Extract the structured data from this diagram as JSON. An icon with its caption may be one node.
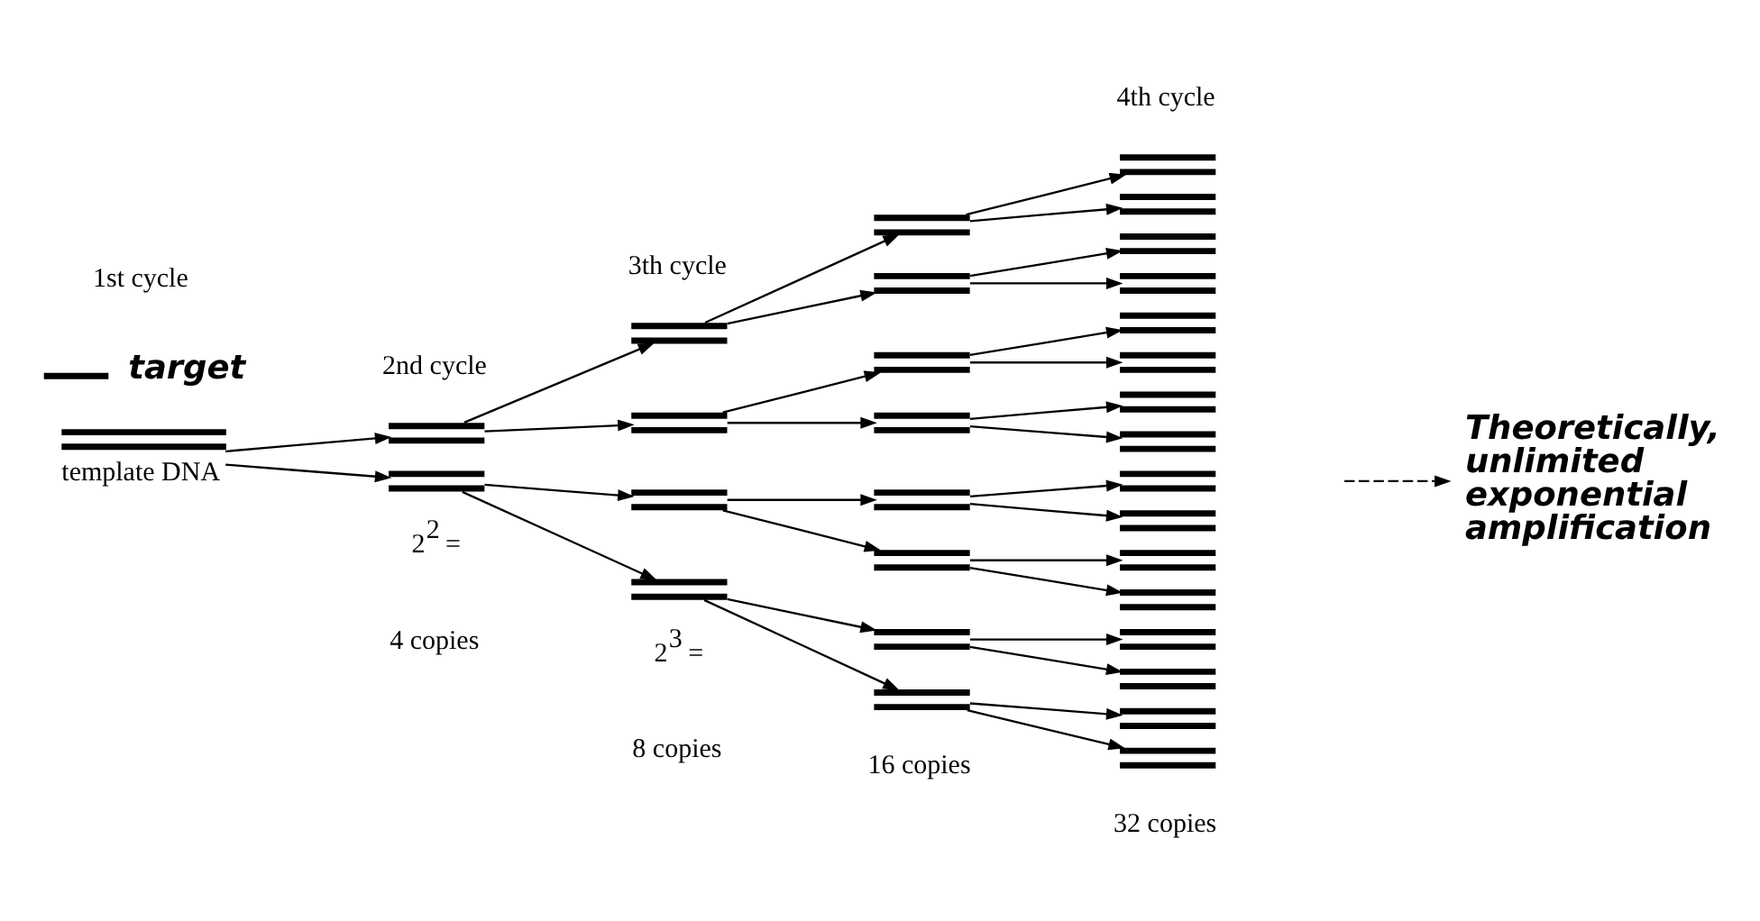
{
  "diagram": {
    "nodes": [
      {
        "text": [],
        "shape": "bar",
        "beside": [
          "template DNA"
        ]
      },
      {
        "text": [],
        "shape": "bar"
      },
      {
        "text": [],
        "shape": "bar"
      },
      {
        "text": [],
        "shape": "bar"
      },
      {
        "text": [],
        "shape": "bar"
      },
      {
        "text": [],
        "shape": "bar"
      },
      {
        "text": [],
        "shape": "bar"
      },
      {
        "text": [],
        "shape": "bar"
      },
      {
        "text": [],
        "shape": "bar"
      },
      {
        "text": [],
        "shape": "bar"
      },
      {
        "text": [],
        "shape": "bar"
      },
      {
        "text": [],
        "shape": "bar"
      },
      {
        "text": [],
        "shape": "bar"
      },
      {
        "text": [],
        "shape": "bar"
      },
      {
        "text": [],
        "shape": "bar"
      },
      {
        "text": [],
        "shape": "bar"
      },
      {
        "text": [],
        "shape": "bar"
      },
      {
        "text": [],
        "shape": "bar"
      },
      {
        "text": [],
        "shape": "bar"
      },
      {
        "text": [],
        "shape": "bar"
      },
      {
        "text": [],
        "shape": "bar"
      },
      {
        "text": [],
        "shape": "bar"
      },
      {
        "text": [],
        "shape": "bar"
      },
      {
        "text": [],
        "shape": "bar"
      },
      {
        "text": [],
        "shape": "bar"
      },
      {
        "text": [],
        "shape": "bar"
      },
      {
        "text": [],
        "shape": "bar"
      },
      {
        "text": [],
        "shape": "bar"
      },
      {
        "text": [],
        "shape": "bar"
      },
      {
        "text": [],
        "shape": "bar"
      },
      {
        "text": [],
        "shape": "bar"
      },
      {
        "text": [
          "Theoretically, unlimited exponential amplification"
        ]
      }
    ],
    "edges": [
      {
        "from": 0,
        "to": 1,
        "arrow": "to"
      },
      {
        "from": 0,
        "to": 2,
        "arrow": "to"
      },
      {
        "from": 1,
        "to": 3,
        "arrow": "to"
      },
      {
        "from": 1,
        "to": 4,
        "arrow": "to"
      },
      {
        "from": 2,
        "to": 5,
        "arrow": "to"
      },
      {
        "from": 2,
        "to": 6,
        "arrow": "to"
      },
      {
        "from": 3,
        "to": 7,
        "arrow": "to"
      },
      {
        "from": 3,
        "to": 8,
        "arrow": "to"
      },
      {
        "from": 4,
        "to": 9,
        "arrow": "to"
      },
      {
        "from": 4,
        "to": 10,
        "arrow": "to"
      },
      {
        "from": 5,
        "to": 11,
        "arrow": "to"
      },
      {
        "from": 5,
        "to": 12,
        "arrow": "to"
      },
      {
        "from": 6,
        "to": 13,
        "arrow": "to"
      },
      {
        "from": 6,
        "to": 14,
        "arrow": "to"
      },
      {
        "from": 7,
        "to": 15,
        "arrow": "to"
      },
      {
        "from": 7,
        "to": 16,
        "arrow": "to"
      },
      {
        "from": 8,
        "to": 17,
        "arrow": "to"
      },
      {
        "from": 8,
        "to": 18,
        "arrow": "to"
      },
      {
        "from": 9,
        "to": 19,
        "arrow": "to"
      },
      {
        "from": 9,
        "to": 20,
        "arrow": "to"
      },
      {
        "from": 10,
        "to": 21,
        "arrow": "to"
      },
      {
        "from": 10,
        "to": 22,
        "arrow": "to"
      },
      {
        "from": 11,
        "to": 23,
        "arrow": "to"
      },
      {
        "from": 11,
        "to": 24,
        "arrow": "to"
      },
      {
        "from": 12,
        "to": 25,
        "arrow": "to"
      },
      {
        "from": 12,
        "to": 26,
        "arrow": "to"
      },
      {
        "from": 13,
        "to": 27,
        "arrow": "to"
      },
      {
        "from": 13,
        "to": 28,
        "arrow": "to"
      },
      {
        "from": 14,
        "to": 29,
        "arrow": "to"
      },
      {
        "from": 14,
        "to": 30,
        "arrow": "to"
      },
      {
        "from": null,
        "to": 31,
        "arrow": "to",
        "style": "dashed"
      }
    ],
    "labels": [
      "1st cycle",
      "2nd cycle",
      "3th cycle",
      "4th cycle",
      "2$^{2}$ =",
      "4 copies",
      "2$^{3}$ =",
      "8 copies",
      "16 copies",
      "32 copies"
    ],
    "legend": [
      {
        "text": "target"
      }
    ]
  }
}
